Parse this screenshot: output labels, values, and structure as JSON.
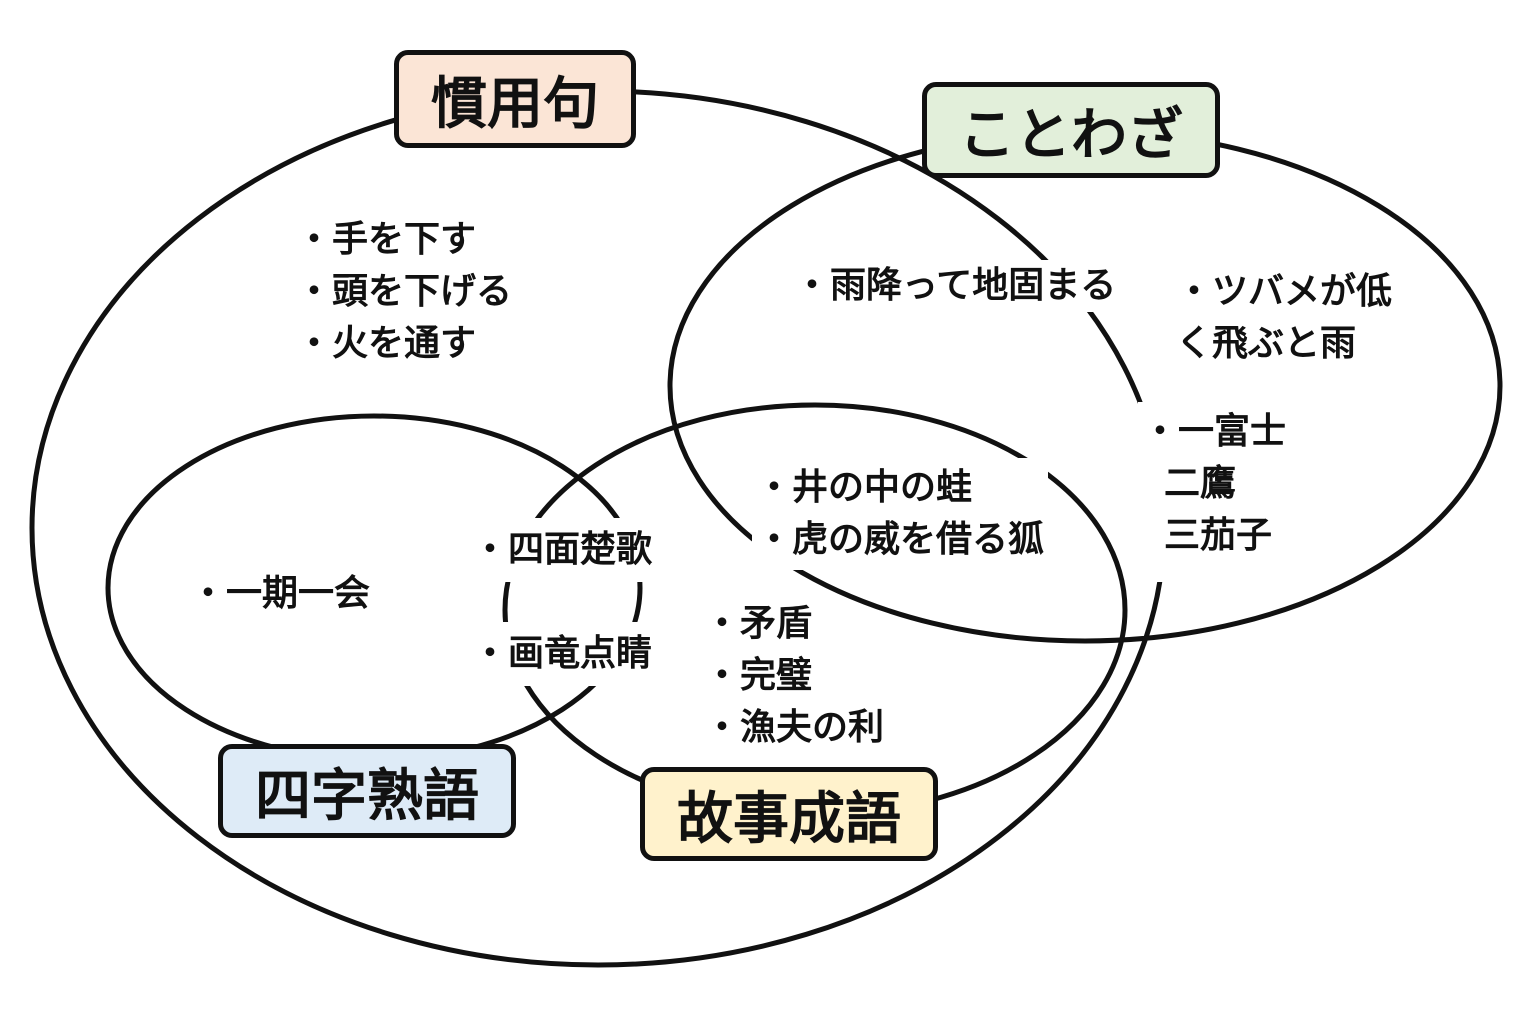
{
  "categories": {
    "kanyoku": {
      "label": "慣用句",
      "color": "#fbe5d6"
    },
    "kotowaza": {
      "label": "ことわざ",
      "color": "#e2efda"
    },
    "yojijukugo": {
      "label": "四字熟語",
      "color": "#deebf7"
    },
    "koji_seigo": {
      "label": "故事成語",
      "color": "#fff2cc"
    }
  },
  "items": {
    "kanyoku_only": [
      "・手を下す",
      "・頭を下げる",
      "・火を通す"
    ],
    "kanyoku_kotowaza": [
      "・雨降って地固まる"
    ],
    "kotowaza_only_1": [
      "・ツバメが低",
      "く飛ぶと雨"
    ],
    "kotowaza_only_2": [
      "・一富士",
      "二鷹",
      "三茄子"
    ],
    "kanyoku_kotowaza_koji": [
      "・井の中の蛙",
      "・虎の威を借る狐"
    ],
    "yoji_only": [
      "・一期一会"
    ],
    "yoji_koji": [
      "・四面楚歌",
      "・画竜点睛"
    ],
    "koji_only": [
      "・矛盾",
      "・完璧",
      "・漁夫の利"
    ]
  }
}
